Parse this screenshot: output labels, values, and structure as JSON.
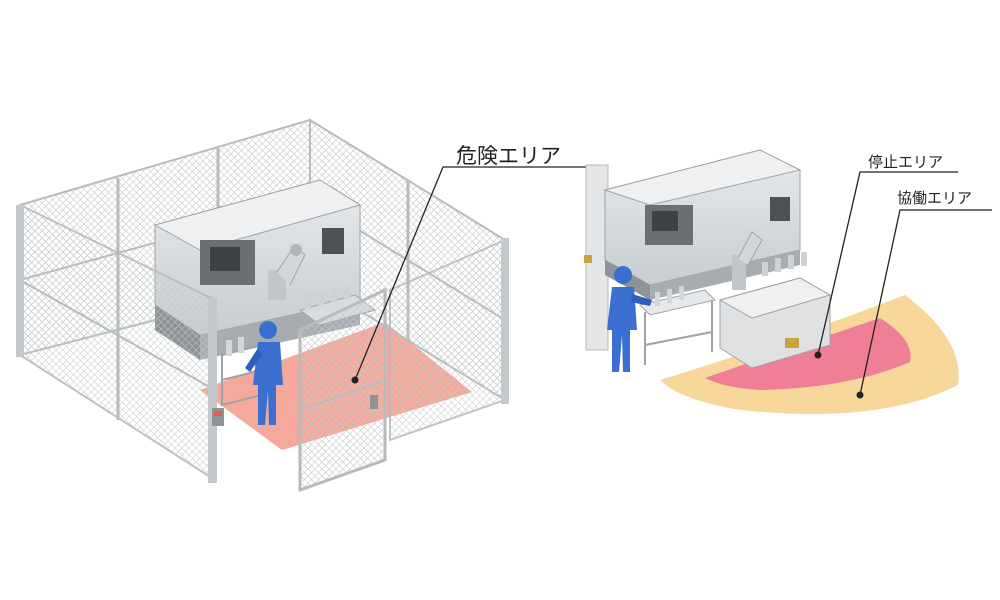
{
  "labels": {
    "danger_area": "危険エリア",
    "stop_area": "停止エリア",
    "cooperation_area": "協働エリア"
  },
  "colors": {
    "danger_zone": "#f29a8a",
    "stop_zone": "#ef7f97",
    "cooperation_zone": "#f8d79a",
    "fence": "#bfc3c6",
    "machine": "#d9dcdf",
    "worker": "#3a6fd0",
    "leader_line": "#222222"
  },
  "icons": {
    "worker": "person-icon",
    "robot": "robot-arm-icon",
    "machine": "cnc-machine-icon",
    "sensor": "laser-scanner-icon"
  }
}
